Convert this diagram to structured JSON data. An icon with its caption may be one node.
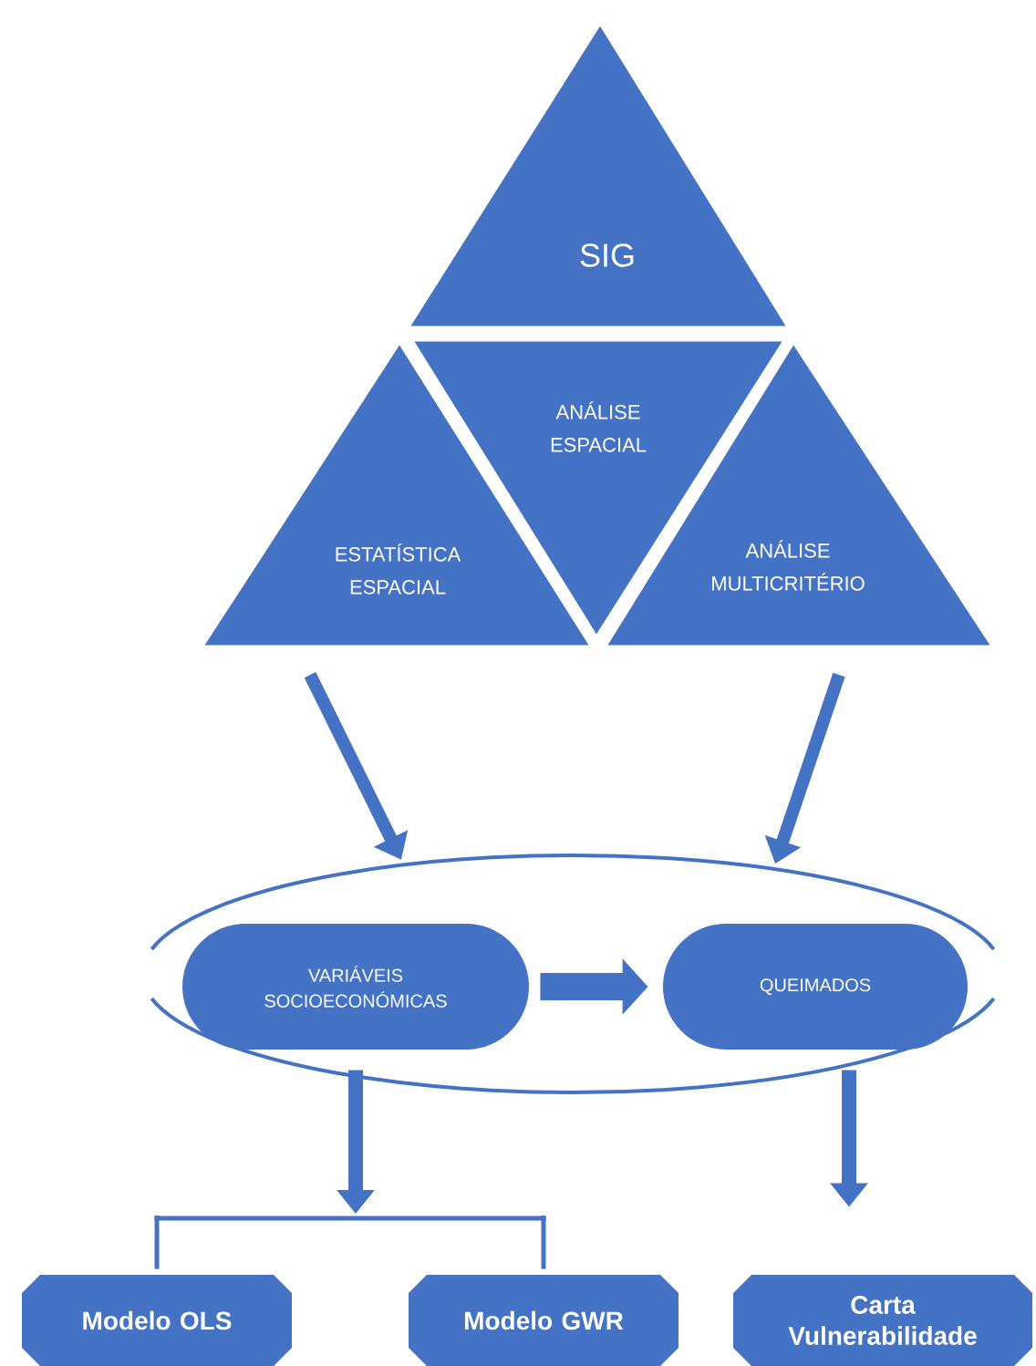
{
  "diagram": {
    "nodes": [
      {
        "text": [
          "SIG"
        ]
      },
      {
        "text": [
          "ESTATÍSTICA ESPACIAL"
        ]
      },
      {
        "text": [
          "ANÁLISE ESPACIAL"
        ]
      },
      {
        "text": [
          "ANÁLISE MULTICRITÉRIO"
        ]
      },
      {
        "text": [],
        "shape": "ellipse"
      },
      {
        "text": [
          "VARIÁVEIS SOCIOECONÓMICAS"
        ],
        "in": 4
      },
      {
        "text": [
          "QUEIMADOS"
        ],
        "in": 4
      },
      {
        "text": [],
        "shape": "bar"
      },
      {
        "text": [
          "Modelo OLS"
        ]
      },
      {
        "text": [
          "Modelo GWR"
        ]
      },
      {
        "text": [
          "Carta Vulnerabilidade"
        ]
      }
    ],
    "edges": [
      {
        "from": 1,
        "to": 4,
        "arrow": "to"
      },
      {
        "from": 3,
        "to": 4,
        "arrow": "to"
      },
      {
        "from": 5,
        "to": 6,
        "arrow": "to",
        "style": "thick"
      },
      {
        "from": 5,
        "to": 7,
        "arrow": "to"
      },
      {
        "from": 7,
        "to": 8,
        "arrow": "none"
      },
      {
        "from": 7,
        "to": 9,
        "arrow": "none"
      },
      {
        "from": 6,
        "to": 10,
        "arrow": "to"
      }
    ]
  }
}
